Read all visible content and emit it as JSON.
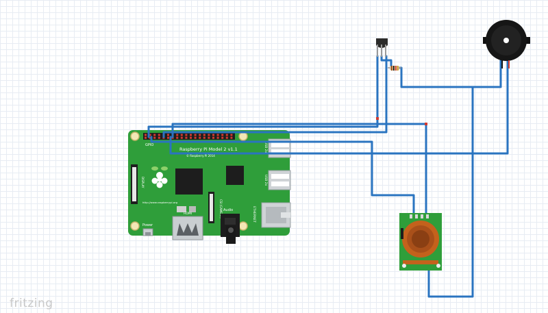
{
  "board": {
    "title": "Raspberry Pi Model 2 v1.1",
    "copyright": "© Raspberry Pi 2014",
    "url": "http://www.raspberrypi.org",
    "gpio_label": "GPIO",
    "usb_label_top": "USB 2x",
    "usb_label_bottom": "USB 2x",
    "ethernet_label": "ETHERNET",
    "hdmi_label": "HDMI",
    "power_label": "Power",
    "audio_label": "Audio",
    "display_label": "DISPLAY",
    "camera_label": "CSI (CAMERA)",
    "board_color": "#2f9e3a"
  },
  "components": {
    "sensor_name": "temperature-sensor",
    "resistor_name": "resistor",
    "buzzer_name": "piezo-buzzer",
    "gas_sensor_name": "gas-sensor-module",
    "wire_color": "#2a74c0"
  },
  "footer": {
    "brand": "fritzing"
  }
}
